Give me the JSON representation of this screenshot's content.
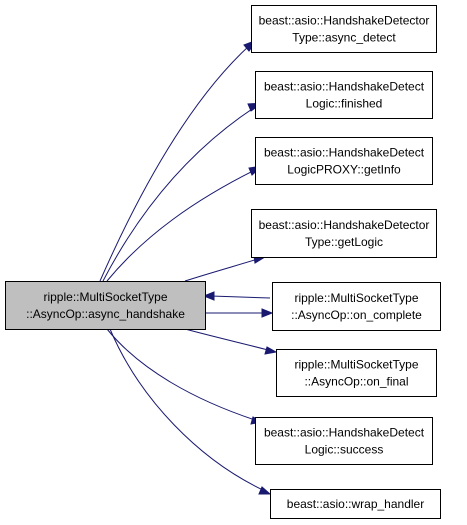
{
  "graph": {
    "source_node": {
      "lines": [
        "ripple::MultiSocketType",
        "::AsyncOp::async_handshake"
      ],
      "fill": "#bfbfbf"
    },
    "callee_nodes": [
      {
        "lines": [
          "beast::asio::HandshakeDetector",
          "Type::async_detect"
        ]
      },
      {
        "lines": [
          "beast::asio::HandshakeDetect",
          "Logic::finished"
        ]
      },
      {
        "lines": [
          "beast::asio::HandshakeDetect",
          "LogicPROXY::getInfo"
        ]
      },
      {
        "lines": [
          "beast::asio::HandshakeDetector",
          "Type::getLogic"
        ]
      },
      {
        "lines": [
          "ripple::MultiSocketType",
          "::AsyncOp::on_complete"
        ]
      },
      {
        "lines": [
          "ripple::MultiSocketType",
          "::AsyncOp::on_final"
        ]
      },
      {
        "lines": [
          "beast::asio::HandshakeDetect",
          "Logic::success"
        ]
      },
      {
        "lines": [
          "beast::asio::wrap_handler"
        ]
      }
    ],
    "edge_color": "#191970",
    "node_fill": "#ffffff",
    "node_stroke": "#000000"
  }
}
